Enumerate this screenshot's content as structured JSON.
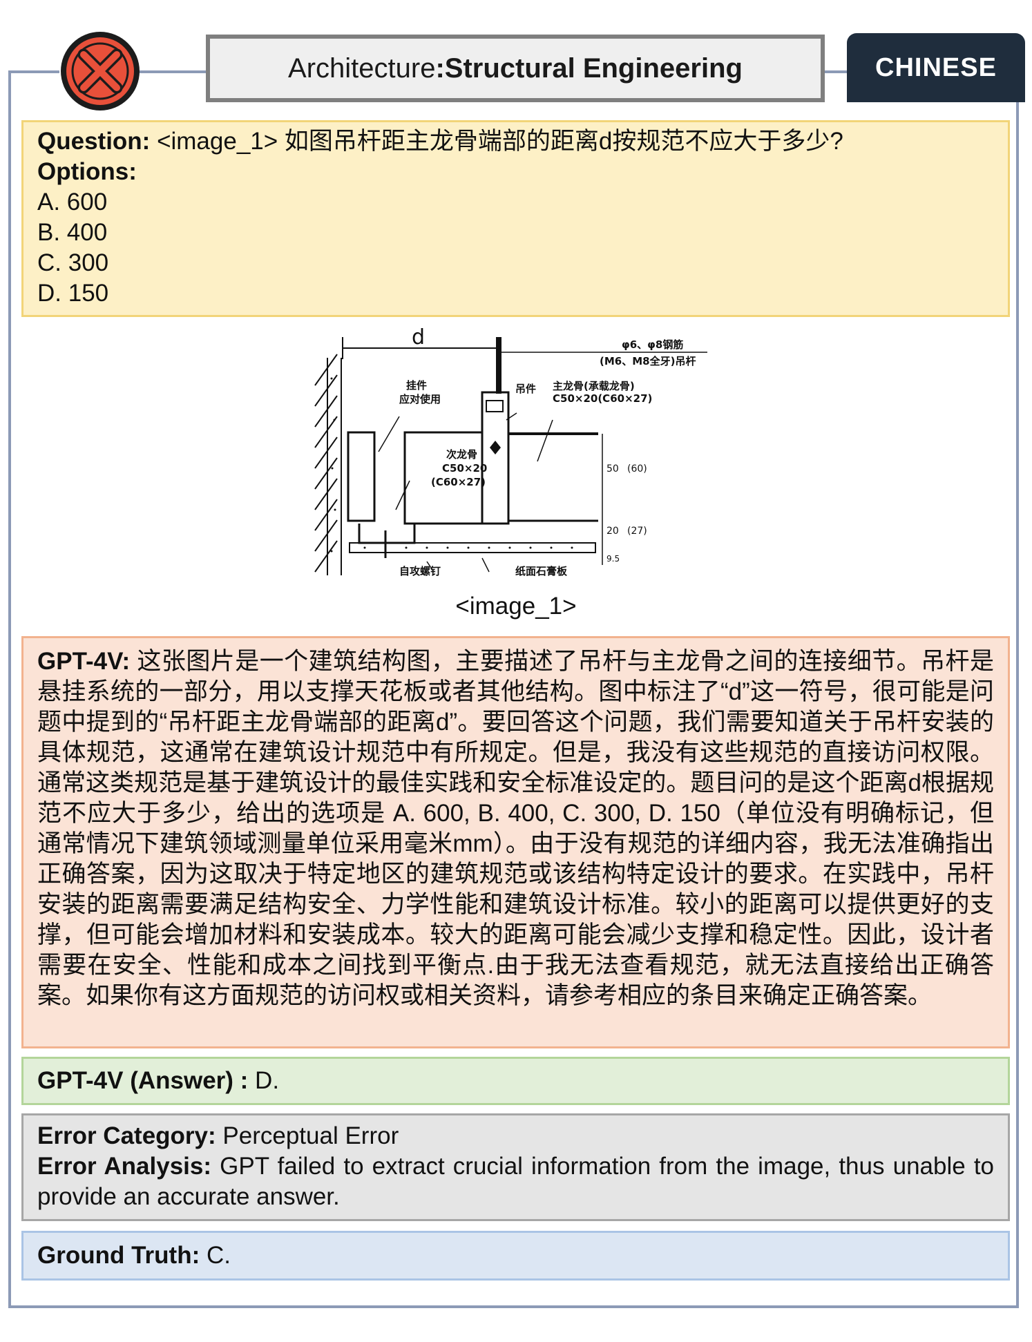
{
  "header": {
    "subject": "Architecture",
    "separator": " : ",
    "subfield": "Structural Engineering",
    "language_tag": "CHINESE"
  },
  "question": {
    "label": "Question:",
    "text": "<image_1> 如图吊杆距主龙骨端部的距离d按规范不应大于多少?",
    "options_label": "Options:",
    "options": [
      "A. 600",
      "B. 400",
      "C. 300",
      "D. 150"
    ]
  },
  "figure": {
    "caption": "<image_1>",
    "labels": {
      "d": "d",
      "rod_spec_1": "φ6、φ8钢筋",
      "rod_spec_2": "(M6、M8全牙)吊杆",
      "hanger_1": "挂件",
      "hanger_2": "应对使用",
      "hanger_part": "吊件",
      "main_keel_1": "主龙骨(承载龙骨)",
      "main_keel_2": "C50×20(C60×27)",
      "sub_keel_1": "次龙骨",
      "sub_keel_2": "C50×20",
      "sub_keel_3": "(C60×27)",
      "dim_50": "50",
      "dim_60": "(60)",
      "dim_20": "20",
      "dim_27": "(27)",
      "dim_95": "9.5",
      "screw": "自攻螺钉",
      "board": "纸面石膏板"
    }
  },
  "gpt": {
    "label": "GPT-4V:",
    "text": "这张图片是一个建筑结构图，主要描述了吊杆与主龙骨之间的连接细节。吊杆是悬挂系统的一部分，用以支撑天花板或者其他结构。图中标注了“d”这一符号，很可能是问题中提到的“吊杆距主龙骨端部的距离d”。要回答这个问题，我们需要知道关于吊杆安装的具体规范，这通常在建筑设计规范中有所规定。但是，我没有这些规范的直接访问权限。通常这类规范是基于建筑设计的最佳实践和安全标准设定的。题目问的是这个距离d根据规范不应大于多少，给出的选项是 A. 600, B. 400, C. 300, D. 150（单位没有明确标记，但通常情况下建筑领域测量单位采用毫米mm）。由于没有规范的详细内容，我无法准确指出正确答案，因为这取决于特定地区的建筑规范或该结构特定设计的要求。在实践中，吊杆安装的距离需要满足结构安全、力学性能和建筑设计标准。较小的距离可以提供更好的支撑，但可能会增加材料和安装成本。较大的距离可能会减少支撑和稳定性。因此，设计者需要在安全、性能和成本之间找到平衡点.由于我无法查看规范，就无法直接给出正确答案。如果你有这方面规范的访问权或相关资料，请参考相应的条目来确定正确答案。"
  },
  "answer": {
    "label": "GPT-4V (Answer) :",
    "value": " D."
  },
  "error": {
    "category_label": "Error Category:",
    "category": " Perceptual Error",
    "analysis_label": "Error Analysis:",
    "analysis": " GPT failed to extract crucial information from the image, thus unable to provide an accurate answer."
  },
  "ground_truth": {
    "label": "Ground Truth:",
    "value": " C."
  },
  "colors": {
    "question_bg": "#fdf0c6",
    "gpt_bg": "#fbe3d6",
    "answer_bg": "#e2efd9",
    "error_bg": "#e5e5e5",
    "truth_bg": "#dce6f3",
    "badge_red": "#e8503a",
    "tag_bg": "#1f2d3d"
  }
}
